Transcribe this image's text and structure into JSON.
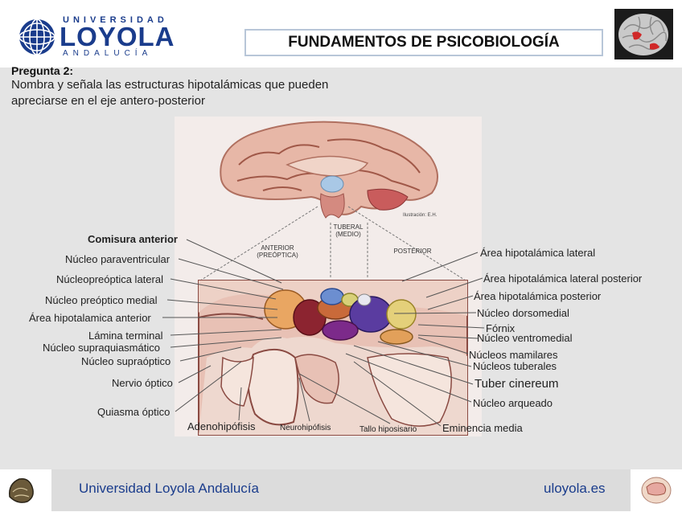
{
  "header": {
    "logo": {
      "top": "UNIVERSIDAD",
      "name": "LOYOLA",
      "bottom": "ANDALUCÍA"
    },
    "title": "FUNDAMENTOS DE PSICOBIOLOGÍA"
  },
  "question": {
    "title": "Pregunta 2:",
    "text": "Nombra y señala las estructuras hipotalámicas que pueden apreciarse en el eje antero-posterior"
  },
  "figure": {
    "illustration_credit": "Ilustración: E.H.",
    "regions": {
      "anterior": "ANTERIOR",
      "anterior_sub": "(PREÓPTICA)",
      "tuberal": "TUBERAL",
      "tuberal_sub": "(MEDIO)",
      "posterior": "POSTERIOR"
    }
  },
  "labels": {
    "left": {
      "comisura": "Comisura anterior",
      "paraventricular": "Núcleo paraventricular",
      "preoptica_lateral": "Núcleopreóptica lateral",
      "preoptico_medial": "Núcleo preóptico medial",
      "area_anterior": "Área hipotalamica anterior",
      "lamina": "Lámina terminal",
      "supraquiasmatico": "Núcleo supraquiasmático",
      "supraoptico": "Núcleo supraóptico",
      "nervio": "Nervio óptico",
      "quiasma": "Quiasma óptico"
    },
    "bottom": {
      "adenohipofisis": "Adenohipófisis",
      "neurohipofisis": "Neurohipófisis",
      "tallo": "Tallo hiposisario",
      "eminencia": "Eminencia media"
    },
    "right": {
      "area_lateral": "Área hipotalámica lateral",
      "area_lateral_posterior": "Área hipotalámica lateral posterior",
      "area_posterior": "Área hipotalámica posterior",
      "dorsomedial": "Núcleo dorsomedial",
      "fornix": "Fórnix",
      "ventromedial": "Núcleo ventromedial",
      "mamilares": "Núcleos mamilares",
      "tuberales": "Núcleos tuberales",
      "tuber": "Tuber cinereum",
      "arqueado": "Núcleo arqueado"
    }
  },
  "footer": {
    "left": "Universidad Loyola Andalucía",
    "right": "uloyola.es"
  },
  "colors": {
    "brand_blue": "#1a3c8c",
    "slide_bg": "#e4e4e4",
    "tissue": "#d9a89c"
  }
}
